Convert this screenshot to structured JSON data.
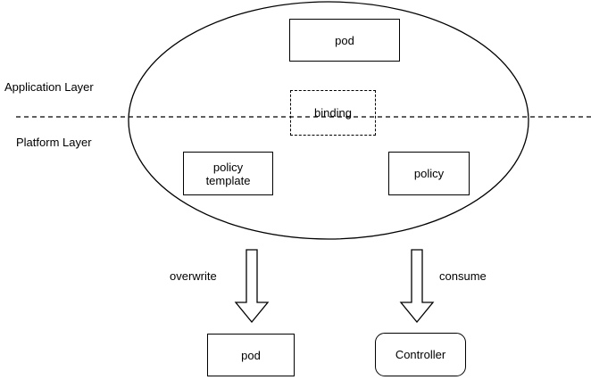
{
  "diagram": {
    "title": "Application / Platform layer policy diagram",
    "background_color": "#ffffff",
    "stroke_color": "#000000",
    "layers": {
      "application_label": "Application Layer",
      "platform_label": "Platform Layer"
    },
    "boundary": {
      "shape": "ellipse",
      "label": ""
    },
    "nodes": {
      "pod_top": "pod",
      "binding": "binding",
      "policy_template": "policy\ntemplate",
      "policy": "policy",
      "pod_bottom": "pod",
      "controller": "Controller"
    },
    "edges": {
      "overwrite_label": "overwrite",
      "consume_label": "consume"
    }
  }
}
